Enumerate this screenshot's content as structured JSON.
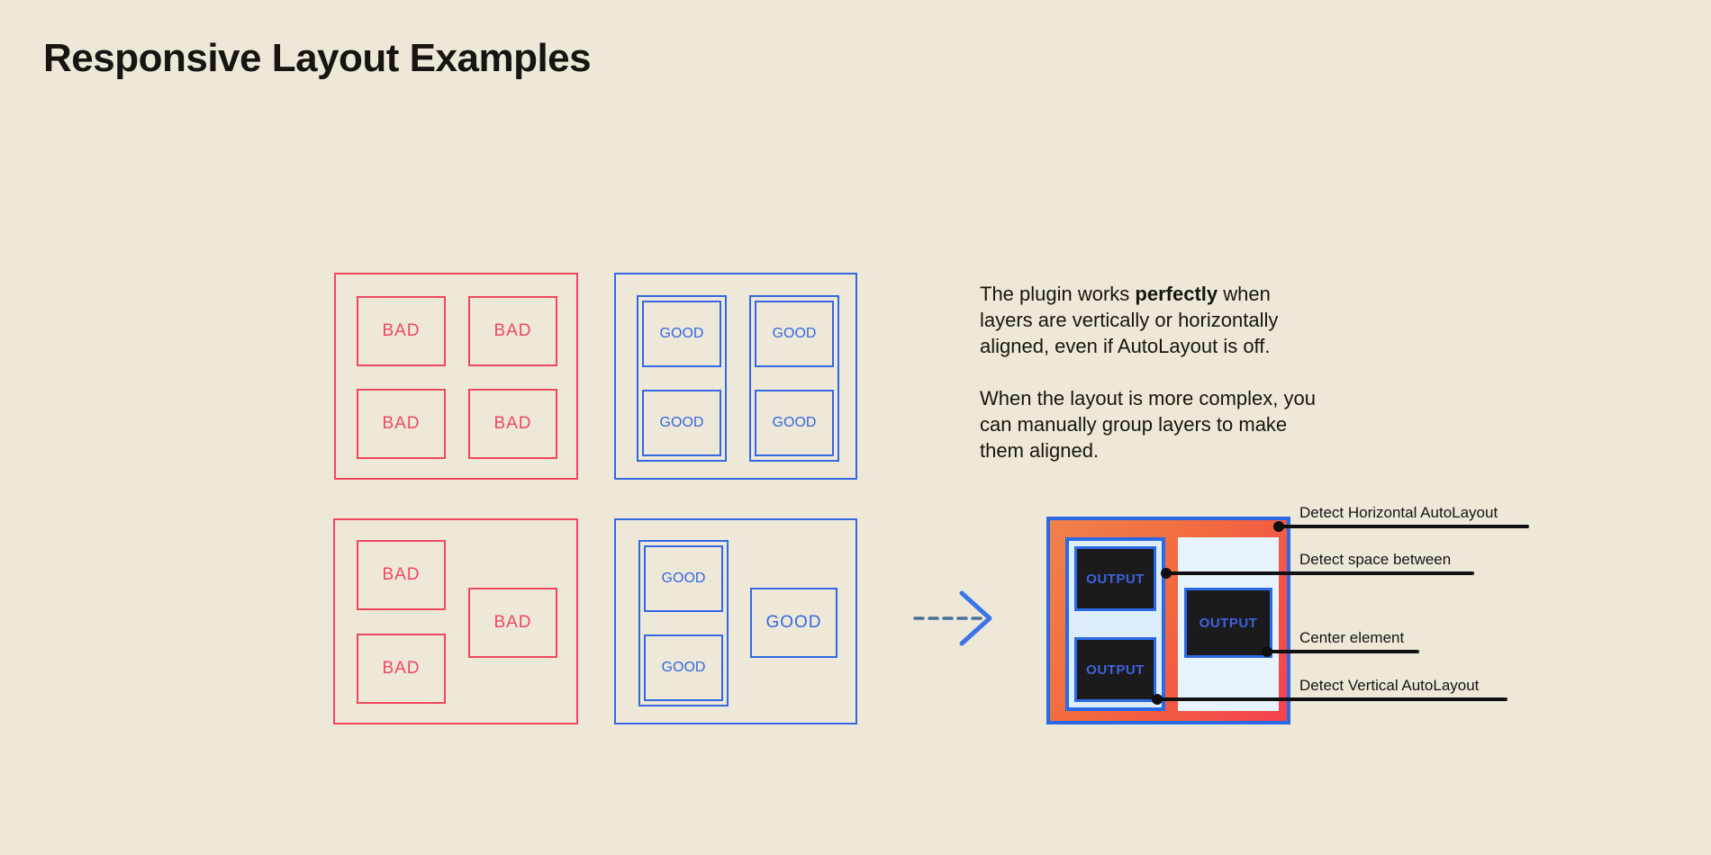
{
  "title": "Responsive Layout Examples",
  "badExamples": {
    "label": "BAD"
  },
  "goodExamples": {
    "label": "GOOD"
  },
  "description": {
    "p1_before": "The plugin works ",
    "p1_bold": "perfectly",
    "p1_after": " when\nlayers are vertically or horizontally\naligned, even if AutoLayout is off.",
    "p2": "When the layout is more complex, you\ncan manually group layers to make\nthem aligned."
  },
  "output": {
    "label": "OUTPUT"
  },
  "annotations": [
    {
      "label": "Detect Horizontal AutoLayout"
    },
    {
      "label": "Detect space between"
    },
    {
      "label": "Center element"
    },
    {
      "label": "Detect Vertical AutoLayout"
    }
  ],
  "colors": {
    "background": "#EEE8D9",
    "bad_red": "#F04760",
    "good_blue": "#3467E2",
    "frame_blue": "#2C6AE5",
    "gradient_orange": "#F0824A",
    "gradient_red": "#F4414E",
    "panel_light_blue": "#DCEEFC",
    "dark_box": "#1B1B1E",
    "annotation_black": "#101010"
  }
}
